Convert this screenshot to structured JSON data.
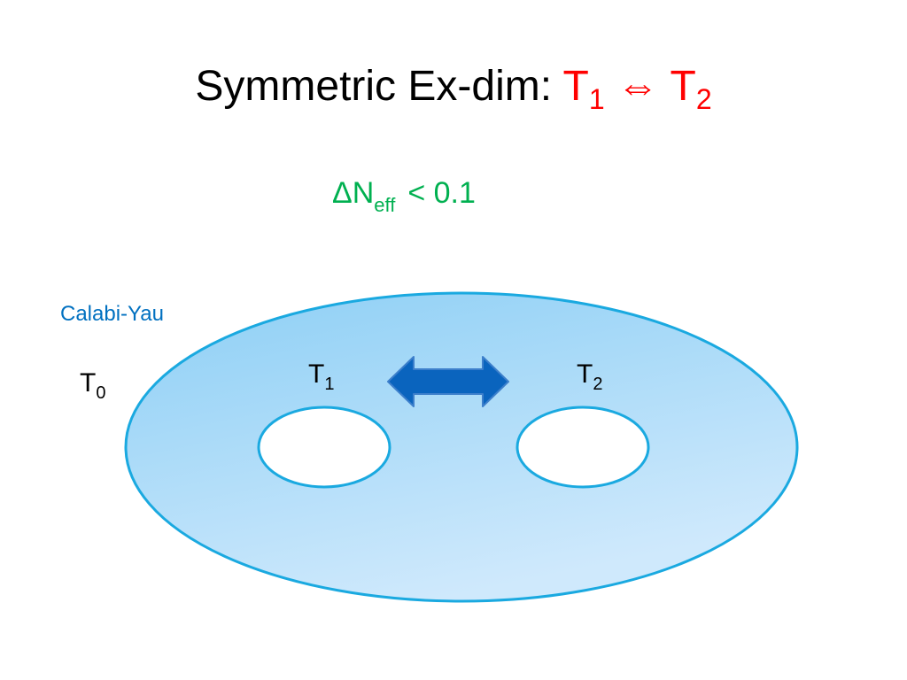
{
  "title": {
    "main": "Symmetric Ex-dim: ",
    "t1_letter": "T",
    "t1_sub": "1",
    "arrow": " ⇔ ",
    "t2_letter": "T",
    "t2_sub": "2"
  },
  "formula": {
    "delta_n": "ΔN",
    "sub": "eff",
    "relation": "< 0.1"
  },
  "diagram": {
    "surface_label": "Calabi-Yau",
    "t0": {
      "letter": "T",
      "sub": "0"
    },
    "t1": {
      "letter": "T",
      "sub": "1"
    },
    "t2": {
      "letter": "T",
      "sub": "2"
    }
  },
  "colors": {
    "title_accent": "#ff0000",
    "formula": "#00b050",
    "surface_label": "#0070c0",
    "surface_fill_top": "#8dcff5",
    "surface_fill_bottom": "#cfe9fc",
    "surface_outline": "#1aa9e0",
    "arrow_fill": "#0a64be",
    "arrow_outline": "#3d7fcb"
  },
  "icons": {
    "exchange_arrow": "double-headed-arrow-icon"
  }
}
